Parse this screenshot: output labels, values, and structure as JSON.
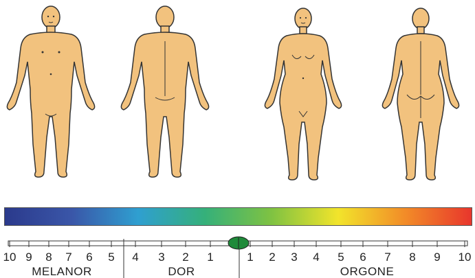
{
  "figures": [
    {
      "name": "male-front"
    },
    {
      "name": "male-back"
    },
    {
      "name": "female-front"
    },
    {
      "name": "female-back"
    }
  ],
  "colors": {
    "skin": "#f2c27e",
    "outline": "#333333",
    "spectrum": [
      "#2b3a8c",
      "#3a56a8",
      "#2f9fd0",
      "#35b07a",
      "#7fc242",
      "#f2e42b",
      "#f28c28",
      "#e8362c"
    ],
    "indicator": "#1f8a3a"
  },
  "scale": {
    "left_ticks": [
      "10",
      "9",
      "8",
      "7",
      "6",
      "5",
      "4",
      "3",
      "2",
      "1"
    ],
    "right_ticks": [
      "1",
      "2",
      "3",
      "4",
      "5",
      "6",
      "7",
      "8",
      "9",
      "10"
    ],
    "zones": {
      "melanor": "MELANOR",
      "dor": "DOR",
      "orgone": "ORGONE"
    },
    "indicator_value": 0
  }
}
